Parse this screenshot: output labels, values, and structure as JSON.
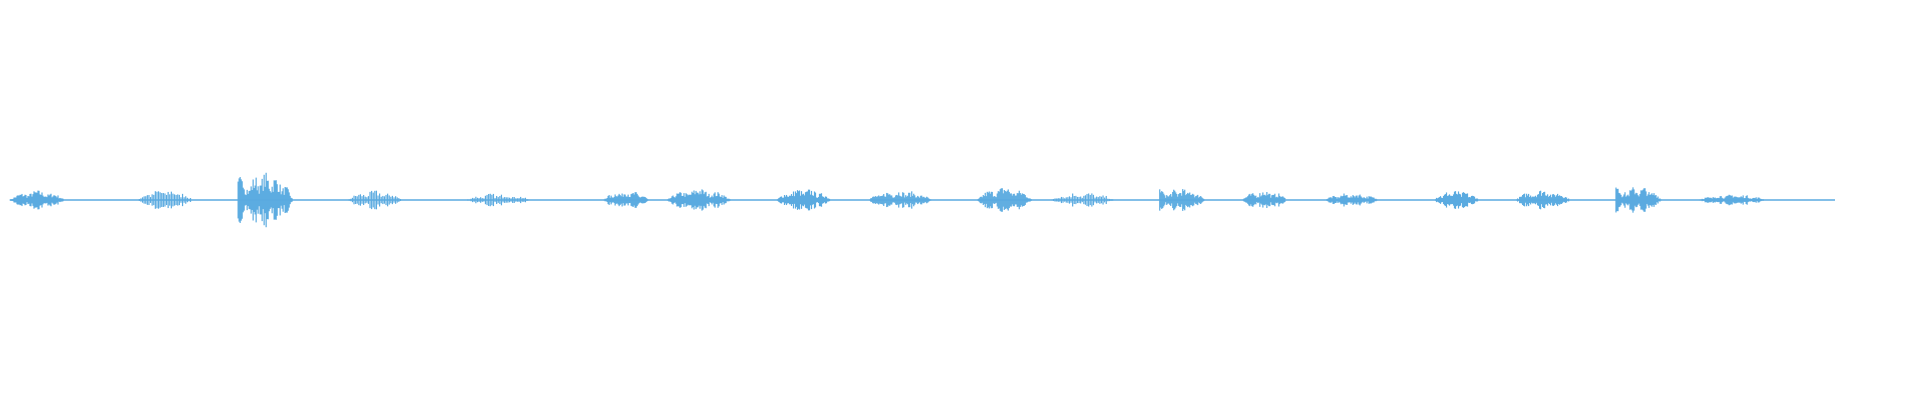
{
  "waveform": {
    "color": "#5aaae0",
    "segments": [
      {
        "start": 0.0,
        "end": 0.03,
        "peak": 0.05,
        "pattern": "dense"
      },
      {
        "start": 0.07,
        "end": 0.1,
        "peak": 0.06,
        "pattern": "sparse"
      },
      {
        "start": 0.125,
        "end": 0.155,
        "peak": 0.14,
        "pattern": "spike"
      },
      {
        "start": 0.185,
        "end": 0.215,
        "peak": 0.05,
        "pattern": "sparse"
      },
      {
        "start": 0.25,
        "end": 0.285,
        "peak": 0.035,
        "pattern": "sparse"
      },
      {
        "start": 0.325,
        "end": 0.35,
        "peak": 0.05,
        "pattern": "dense"
      },
      {
        "start": 0.36,
        "end": 0.395,
        "peak": 0.06,
        "pattern": "dense"
      },
      {
        "start": 0.42,
        "end": 0.45,
        "peak": 0.06,
        "pattern": "dense"
      },
      {
        "start": 0.47,
        "end": 0.505,
        "peak": 0.05,
        "pattern": "dense"
      },
      {
        "start": 0.53,
        "end": 0.56,
        "peak": 0.07,
        "pattern": "dense"
      },
      {
        "start": 0.57,
        "end": 0.605,
        "peak": 0.04,
        "pattern": "sparse"
      },
      {
        "start": 0.63,
        "end": 0.655,
        "peak": 0.06,
        "pattern": "spike"
      },
      {
        "start": 0.675,
        "end": 0.7,
        "peak": 0.05,
        "pattern": "dense"
      },
      {
        "start": 0.72,
        "end": 0.75,
        "peak": 0.035,
        "pattern": "dense"
      },
      {
        "start": 0.78,
        "end": 0.805,
        "peak": 0.05,
        "pattern": "dense"
      },
      {
        "start": 0.825,
        "end": 0.855,
        "peak": 0.055,
        "pattern": "dense"
      },
      {
        "start": 0.88,
        "end": 0.905,
        "peak": 0.07,
        "pattern": "spike"
      },
      {
        "start": 0.925,
        "end": 0.962,
        "peak": 0.03,
        "pattern": "dense"
      }
    ]
  }
}
